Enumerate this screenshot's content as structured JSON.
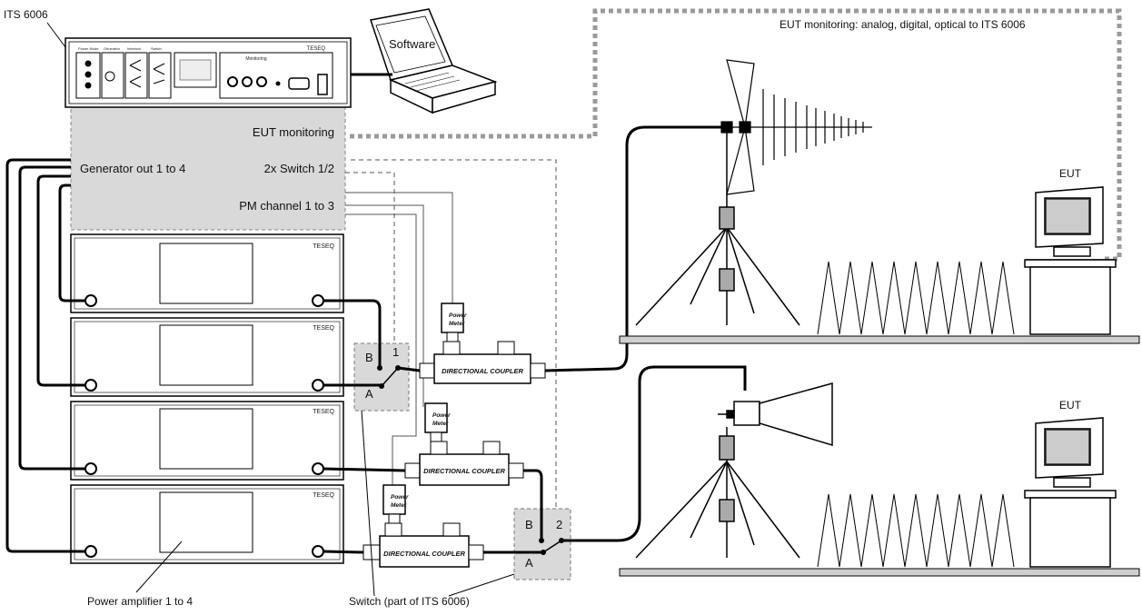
{
  "labels": {
    "its_title": "ITS 6006",
    "software": "Software",
    "eut_monitoring_title": "EUT monitoring: analog, digital, optical to ITS 6006",
    "eut_monitoring": "EUT monitoring",
    "generator_out": "Generator out 1 to 4",
    "switch_12": "2x Switch 1/2",
    "pm_channel": "PM channel 1 to 3",
    "eut_top": "EUT",
    "eut_bottom": "EUT",
    "power_amplifier": "Power amplifier 1 to 4",
    "switch_part": "Switch (part of ITS 6006)",
    "directional_coupler": "DIRECTIONAL COUPLER",
    "power_meter_a": "Power",
    "power_meter_b": "Meter",
    "teseq": "TESEQ",
    "switch1_b": "B",
    "switch1_1": "1",
    "switch1_a": "A",
    "switch2_b": "B",
    "switch2_2": "2",
    "switch2_a": "A",
    "front_generator": "Generator",
    "front_switch": "Switch",
    "front_interlock": "Interlock",
    "front_monitoring": "Monitoring",
    "front_power_mode": "Power Mode"
  },
  "colors": {
    "shade": "#d9d9d9",
    "line": "#000000",
    "dash": "#555555"
  },
  "icons": [
    "laptop-icon",
    "log-periodic-antenna-icon",
    "horn-antenna-icon",
    "monitor-icon",
    "absorber-icon"
  ]
}
